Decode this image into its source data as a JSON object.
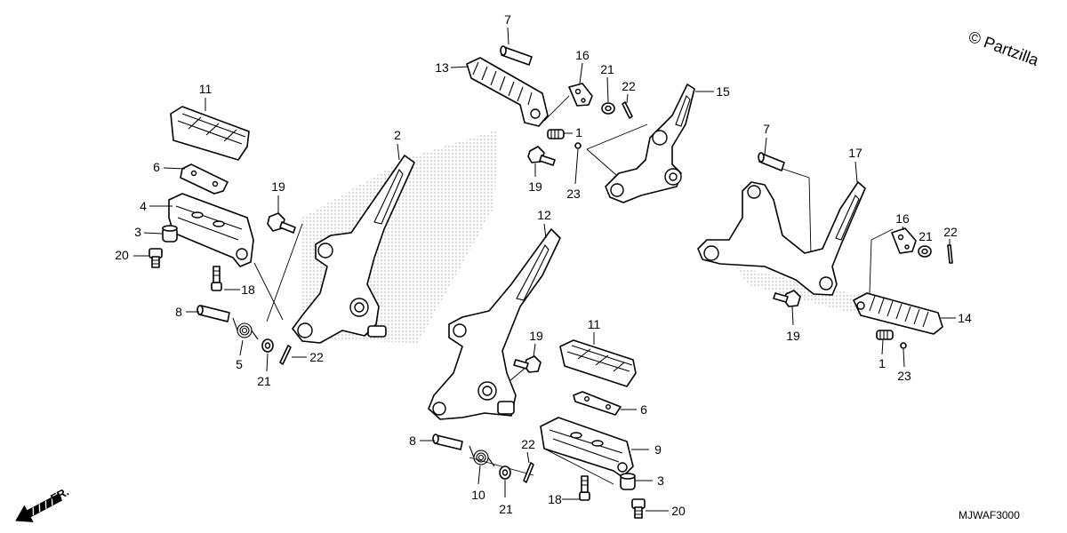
{
  "watermark": "© Partzilla",
  "diagram_code": "MJWAF3000",
  "direction_label": "FR.",
  "direction_icon": "fr-arrow-icon",
  "line_color": "#000000",
  "stipple_color": "#8a8a8a",
  "callouts": {
    "left": [
      "11",
      "6",
      "4",
      "3",
      "20",
      "18",
      "8",
      "5",
      "21",
      "22",
      "19",
      "2"
    ],
    "top": [
      "7",
      "13",
      "16",
      "21",
      "22",
      "15",
      "1",
      "19",
      "23"
    ],
    "center": [
      "12",
      "19",
      "11",
      "6",
      "9",
      "8",
      "22",
      "10",
      "21",
      "18",
      "3",
      "20"
    ],
    "right": [
      "7",
      "17",
      "16",
      "21",
      "22",
      "19",
      "14",
      "1",
      "23"
    ]
  }
}
